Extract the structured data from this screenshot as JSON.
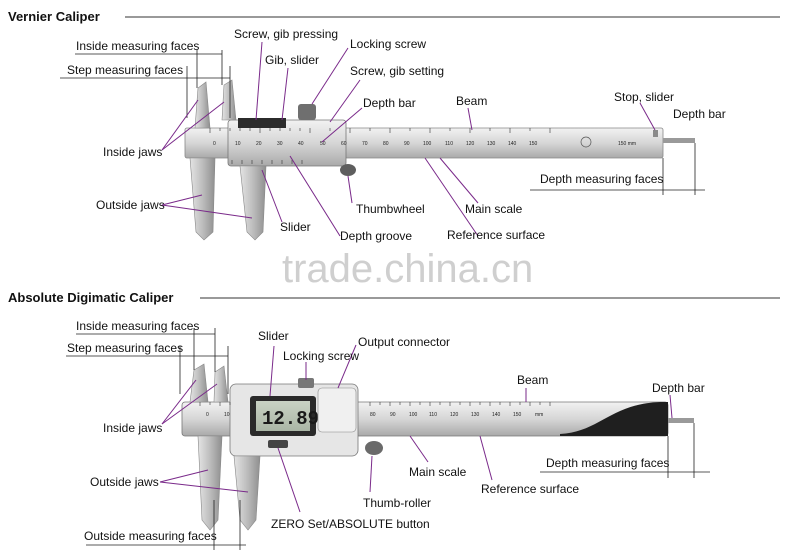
{
  "watermark": "trade.china.cn",
  "vernier": {
    "title": "Vernier Caliper",
    "labels": {
      "inside_measuring_faces": "Inside measuring faces",
      "step_measuring_faces": "Step measuring faces",
      "screw_gib_pressing": "Screw, gib pressing",
      "gib_slider": "Gib, slider",
      "locking_screw": "Locking screw",
      "screw_gib_setting": "Screw, gib setting",
      "depth_bar_inner": "Depth bar",
      "beam": "Beam",
      "stop_slider": "Stop, slider",
      "depth_bar": "Depth bar",
      "inside_jaws": "Inside jaws",
      "outside_jaws": "Outside jaws",
      "depth_measuring_faces": "Depth measuring faces",
      "thumbwheel": "Thumbwheel",
      "main_scale": "Main scale",
      "slider": "Slider",
      "depth_groove": "Depth groove",
      "reference_surface": "Reference surface"
    },
    "scale_numbers": [
      "0",
      "10",
      "20",
      "30",
      "40",
      "50",
      "60",
      "70",
      "80",
      "90",
      "100",
      "110",
      "120",
      "130",
      "140",
      "150"
    ],
    "scale_unit": "150 mm"
  },
  "digimatic": {
    "title": "Absolute Digimatic Caliper",
    "display_value": "12.89",
    "labels": {
      "inside_measuring_faces": "Inside measuring faces",
      "step_measuring_faces": "Step measuring faces",
      "slider": "Slider",
      "locking_screw": "Locking screw",
      "output_connector": "Output connector",
      "beam": "Beam",
      "depth_bar": "Depth bar",
      "inside_jaws": "Inside jaws",
      "depth_measuring_faces": "Depth measuring faces",
      "main_scale": "Main scale",
      "outside_jaws": "Outside jaws",
      "reference_surface": "Reference surface",
      "thumb_roller": "Thumb-roller",
      "outside_measuring_faces": "Outside measuring faces",
      "zero_set_button": "ZERO Set/ABSOLUTE button"
    },
    "scale_numbers": [
      "0",
      "10",
      "80",
      "90",
      "100",
      "110",
      "120",
      "130",
      "140",
      "150"
    ],
    "scale_unit": "mm"
  },
  "colors": {
    "leader": "#7a2a8a",
    "text": "#111111"
  }
}
